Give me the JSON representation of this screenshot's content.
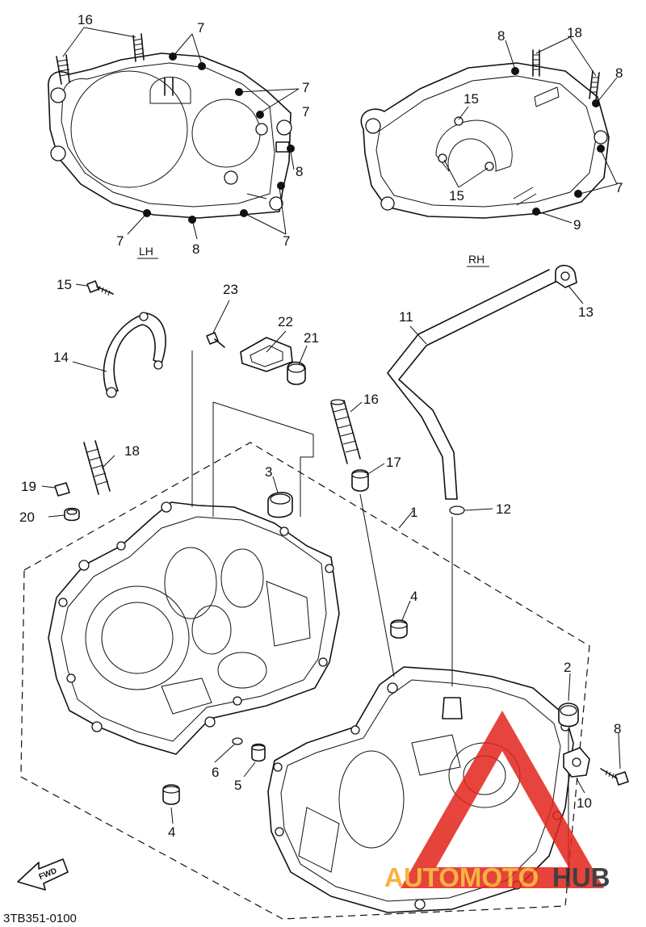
{
  "side_labels": {
    "left": "LH",
    "right": "RH"
  },
  "callouts": {
    "c16a": "16",
    "c7a": "7",
    "c7b": "7",
    "c7c": "7",
    "c8a": "8",
    "c7d": "7",
    "c8b": "8",
    "c7e": "7",
    "c8c": "8",
    "c18a": "18",
    "c8d": "8",
    "c15a": "15",
    "c15b": "15",
    "c7f": "7",
    "c9": "9",
    "c15c": "15",
    "c23": "23",
    "c22": "22",
    "c21": "21",
    "c14": "14",
    "c11": "11",
    "c13": "13",
    "c16b": "16",
    "c18b": "18",
    "c17": "17",
    "c3": "3",
    "c19": "19",
    "c20": "20",
    "c1": "1",
    "c12": "12",
    "c4a": "4",
    "c2": "2",
    "c8e": "8",
    "c6": "6",
    "c5": "5",
    "c10": "10",
    "c4b": "4"
  },
  "direction_marker": "FWD",
  "drawing_code": "3TB351-0100",
  "watermark": {
    "prefix": "AUTOMOTO",
    "suffix": "HUB",
    "colors": {
      "triangle": "#e2231a",
      "prefix": "#f5a623",
      "suffix": "#231f20"
    }
  }
}
